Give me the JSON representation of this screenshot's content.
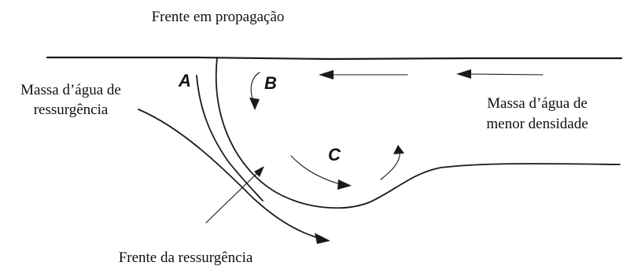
{
  "diagram": {
    "labels": {
      "propagating_front": "Frente em propagação",
      "upwelling_mass_line1": "Massa d’água de",
      "upwelling_mass_line2": "ressurgência",
      "lower_density_mass_line1": "Massa d’água de",
      "lower_density_mass_line2": "menor densidade",
      "upwelling_front": "Frente da ressurgência"
    },
    "zones": {
      "a": "A",
      "b": "B",
      "c": "C"
    },
    "colors": {
      "ink": "#1a1a1a",
      "background": "#ffffff"
    }
  }
}
